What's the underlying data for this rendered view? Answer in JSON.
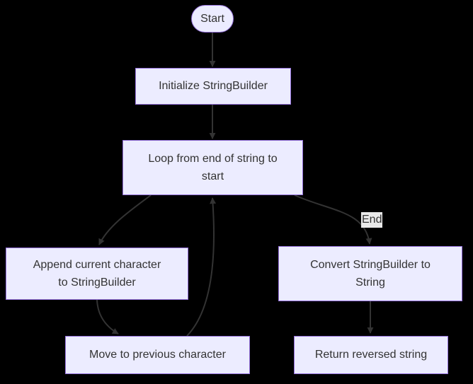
{
  "diagram": {
    "type": "flowchart",
    "direction": "top-down",
    "colors": {
      "background": "#000000",
      "node_fill": "#ECECFF",
      "node_border": "#9370DB",
      "edge_color": "#333333",
      "text_color": "#333333",
      "edge_label_bg": "#e8e8e8"
    },
    "nodes": {
      "start": {
        "label": "Start",
        "shape": "stadium"
      },
      "init": {
        "label": "Initialize StringBuilder",
        "shape": "rect"
      },
      "loop": {
        "label": "Loop from end of string to\nstart",
        "shape": "rect"
      },
      "append": {
        "label": "Append current character\nto StringBuilder",
        "shape": "rect"
      },
      "move": {
        "label": "Move to previous character",
        "shape": "rect"
      },
      "convert": {
        "label": "Convert StringBuilder to\nString",
        "shape": "rect"
      },
      "return": {
        "label": "Return reversed string",
        "shape": "rect"
      }
    },
    "edges": [
      {
        "from": "start",
        "to": "init",
        "label": ""
      },
      {
        "from": "init",
        "to": "loop",
        "label": ""
      },
      {
        "from": "loop",
        "to": "append",
        "label": ""
      },
      {
        "from": "append",
        "to": "move",
        "label": ""
      },
      {
        "from": "move",
        "to": "loop",
        "label": ""
      },
      {
        "from": "loop",
        "to": "convert",
        "label": "End"
      },
      {
        "from": "convert",
        "to": "return",
        "label": ""
      }
    ]
  }
}
